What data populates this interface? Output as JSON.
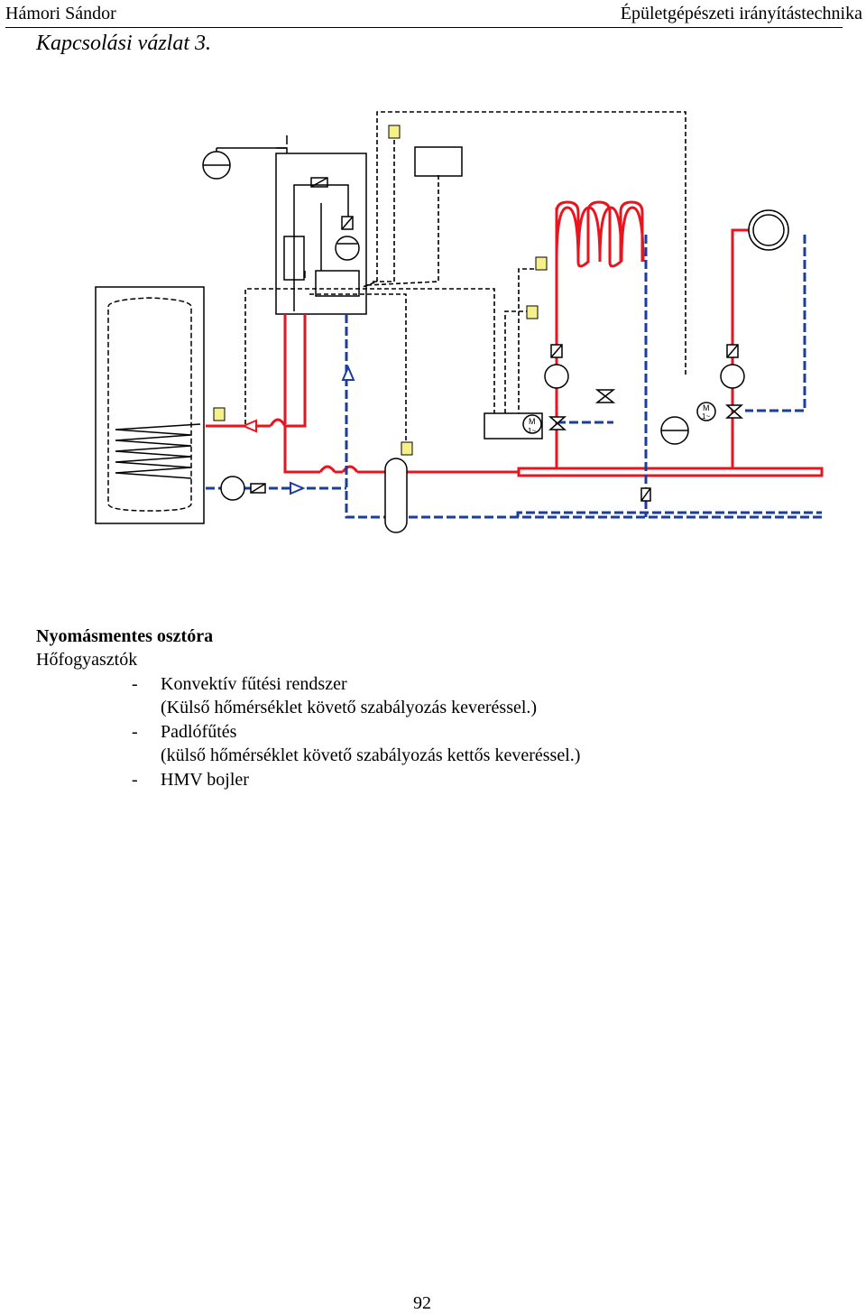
{
  "header": {
    "author": "Hámori Sándor",
    "course": "Épületgépészeti irányítástechnika"
  },
  "subtitle": "Kapcsolási vázlat 3.",
  "body": {
    "heading": "Nyomásmentes osztóra",
    "consumers_label": "Hőfogyasztók",
    "items": [
      {
        "dash": "-",
        "text": "Konvektív fűtési rendszer"
      },
      {
        "dash": "",
        "text": "(Külső hőmérséklet követő szabályozás keveréssel.)"
      },
      {
        "dash": "-",
        "text": "Padlófűtés"
      },
      {
        "dash": "",
        "text": "(külső hőmérséklet követő szabályozás kettős keveréssel.)"
      },
      {
        "dash": "-",
        "text": "HMV bojler"
      }
    ]
  },
  "diagram": {
    "colors": {
      "supply": "#e8141e",
      "return": "#1a3d9e",
      "signal": "#000000",
      "sensor": "#f5f08a"
    },
    "motor_label_1": "M",
    "motor_label_2": "1~"
  },
  "page_number": "92"
}
